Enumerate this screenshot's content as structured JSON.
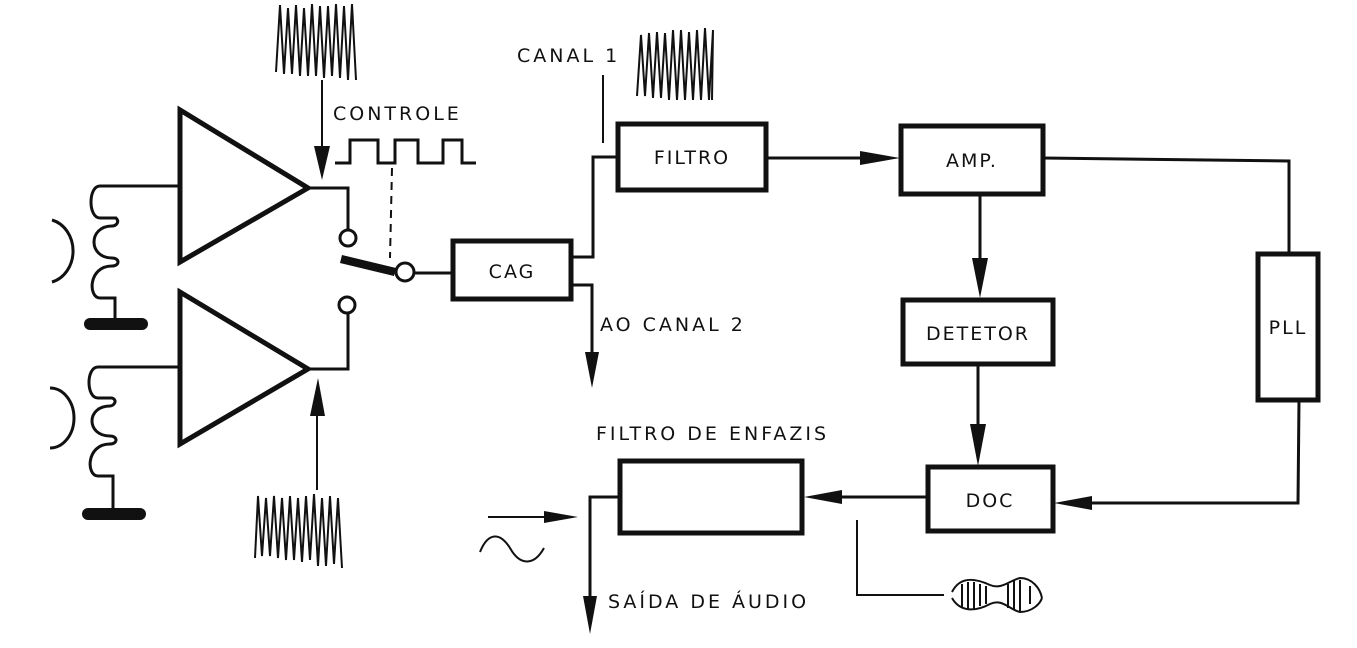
{
  "diagram": {
    "title": "",
    "labels": {
      "controle": "CONTROLE",
      "canal1": "CANAL 1",
      "ao_canal2": "AO CANAL 2",
      "filtro_enfazis": "FILTRO DE ENFAZIS",
      "saida_audio": "SAÍDA DE ÁUDIO"
    },
    "blocks": {
      "cag": "CAG",
      "filtro": "FILTRO",
      "amp": "AMP.",
      "detetor": "DETETOR",
      "pll": "PLL",
      "doc": "DOC",
      "filtro_enfazis_box": ""
    },
    "icons": {
      "input_signal_top": "fm-waveform-icon",
      "input_signal_bottom": "fm-waveform-icon",
      "canal1_signal": "fm-waveform-icon",
      "control_signal": "square-wave-icon",
      "audio_signal": "sine-wave-icon",
      "modulated_signal": "am-envelope-icon",
      "head_top": "tape-head-icon",
      "head_bottom": "tape-head-icon",
      "switch": "switch-icon"
    },
    "connections": [
      {
        "from": "head_top",
        "to": "amp_top"
      },
      {
        "from": "head_bottom",
        "to": "amp_bottom"
      },
      {
        "from": "amp_top",
        "to": "switch"
      },
      {
        "from": "amp_bottom",
        "to": "switch"
      },
      {
        "from": "switch",
        "to": "cag"
      },
      {
        "from": "cag",
        "to": "filtro"
      },
      {
        "from": "cag",
        "to": "ao_canal2"
      },
      {
        "from": "filtro",
        "to": "amp"
      },
      {
        "from": "amp",
        "to": "detetor"
      },
      {
        "from": "amp",
        "to": "pll"
      },
      {
        "from": "detetor",
        "to": "doc"
      },
      {
        "from": "pll",
        "to": "doc"
      },
      {
        "from": "doc",
        "to": "filtro_enfazis"
      },
      {
        "from": "filtro_enfazis",
        "to": "saida_audio"
      }
    ]
  }
}
